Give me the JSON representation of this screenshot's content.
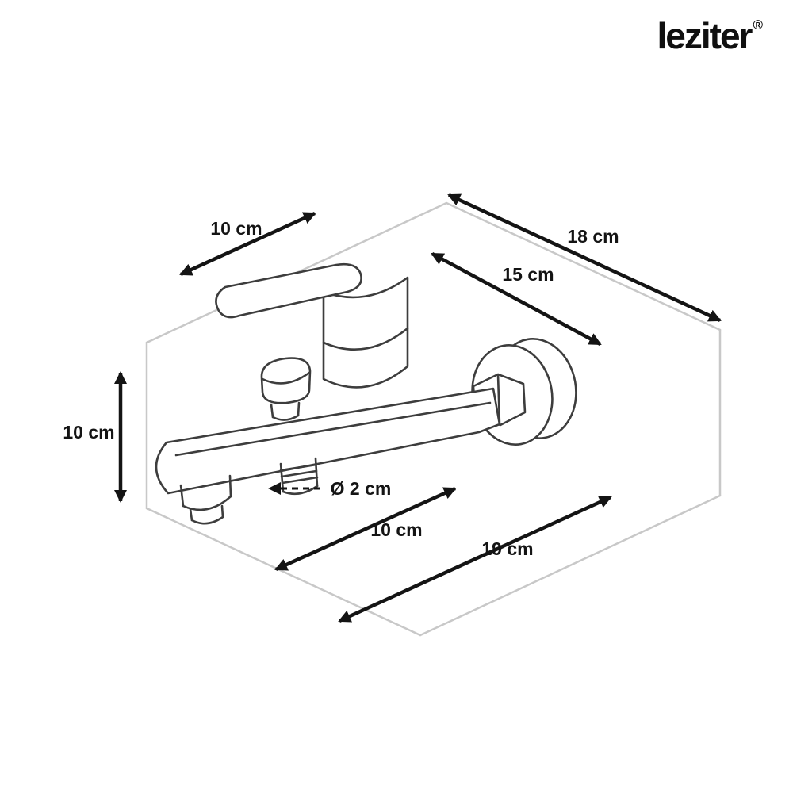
{
  "logo": {
    "text": "leziter",
    "registered": "®"
  },
  "diagram": {
    "description": "Wall-mounted bath mixer tap line drawing with dimension arrows inside a light grey isometric bounding box",
    "dimensions": {
      "spout_top": "10 cm",
      "depth_total": "18 cm",
      "depth_inner": "15 cm",
      "height_left": "10 cm",
      "outlet_diameter": "Ø 2 cm",
      "base_length": "10 cm",
      "total_length": "19 cm"
    },
    "colors": {
      "background": "#ffffff",
      "bounding_box_line": "#c8c8c8",
      "faucet_line": "#3d3d3d",
      "dimension_arrow": "#141414",
      "label_text": "#141414",
      "logo_text": "#101010"
    }
  }
}
